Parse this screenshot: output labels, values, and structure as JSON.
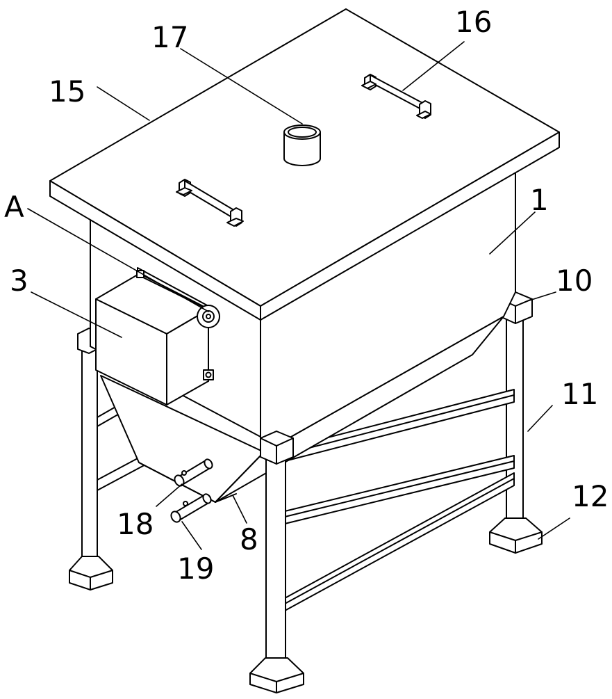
{
  "figure": {
    "labels": {
      "l17": "17",
      "l16": "16",
      "l15": "15",
      "lA": "A",
      "l1": "1",
      "l3": "3",
      "l10": "10",
      "l11": "11",
      "l12": "12",
      "l18": "18",
      "l8": "8",
      "l19": "19"
    }
  }
}
